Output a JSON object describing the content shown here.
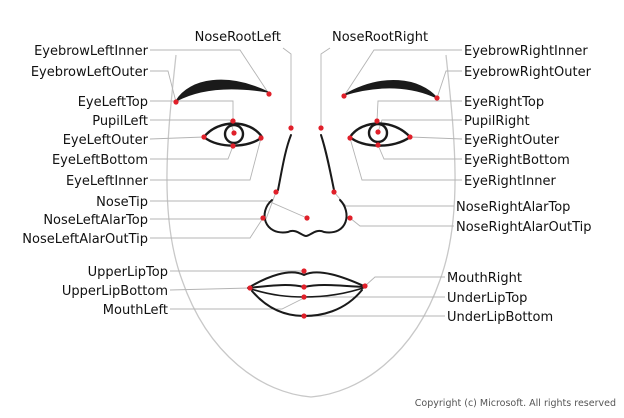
{
  "colors": {
    "point": "#e0202a",
    "leader": "#b4b4b4",
    "feature": "#1a1a1a",
    "outline": "#c8c8c8",
    "text": "#111111"
  },
  "labels": {
    "nose_root_left": "NoseRootLeft",
    "nose_root_right": "NoseRootRight",
    "eyebrow_left_inner": "EyebrowLeftInner",
    "eyebrow_left_outer": "EyebrowLeftOuter",
    "eye_left_top": "EyeLeftTop",
    "pupil_left": "PupilLeft",
    "eye_left_outer": "EyeLeftOuter",
    "eye_left_bottom": "EyeLeftBottom",
    "eye_left_inner": "EyeLeftInner",
    "nose_tip": "NoseTip",
    "nose_left_alar_top": "NoseLeftAlarTop",
    "nose_left_alar_out_tip": "NoseLeftAlarOutTip",
    "upper_lip_top": "UpperLipTop",
    "upper_lip_bottom": "UpperLipBottom",
    "mouth_left": "MouthLeft",
    "eyebrow_right_inner": "EyebrowRightInner",
    "eyebrow_right_outer": "EyebrowRightOuter",
    "eye_right_top": "EyeRightTop",
    "pupil_right": "PupilRight",
    "eye_right_outer": "EyeRightOuter",
    "eye_right_bottom": "EyeRightBottom",
    "eye_right_inner": "EyeRightInner",
    "nose_right_alar_top": "NoseRightAlarTop",
    "nose_right_alar_out_tip": "NoseRightAlarOutTip",
    "mouth_right": "MouthRight",
    "under_lip_top": "UnderLipTop",
    "under_lip_bottom": "UnderLipBottom"
  },
  "copyright": "Copyright (c) Microsoft. All rights reserved"
}
